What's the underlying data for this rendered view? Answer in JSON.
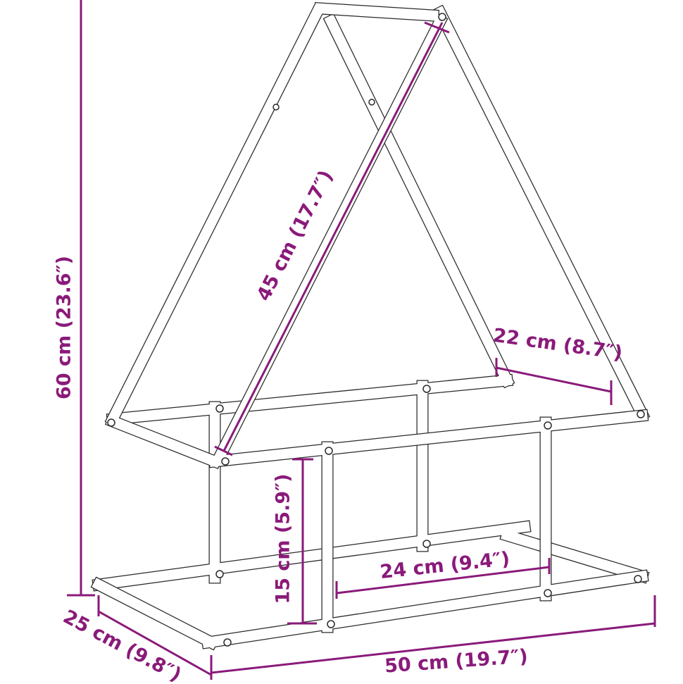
{
  "dimensions": {
    "height": "60 cm (23.6″)",
    "diagonal": "45 cm (17.7″)",
    "top_depth": "22 cm (8.7″)",
    "lower_height": "15 cm (5.9″)",
    "inner_depth": "24 cm (9.4″)",
    "depth": "25 cm (9.8″)",
    "width": "50 cm (19.7″)"
  },
  "colors": {
    "dimension": "#8a1a7a",
    "frame": "#2a2a2a"
  }
}
